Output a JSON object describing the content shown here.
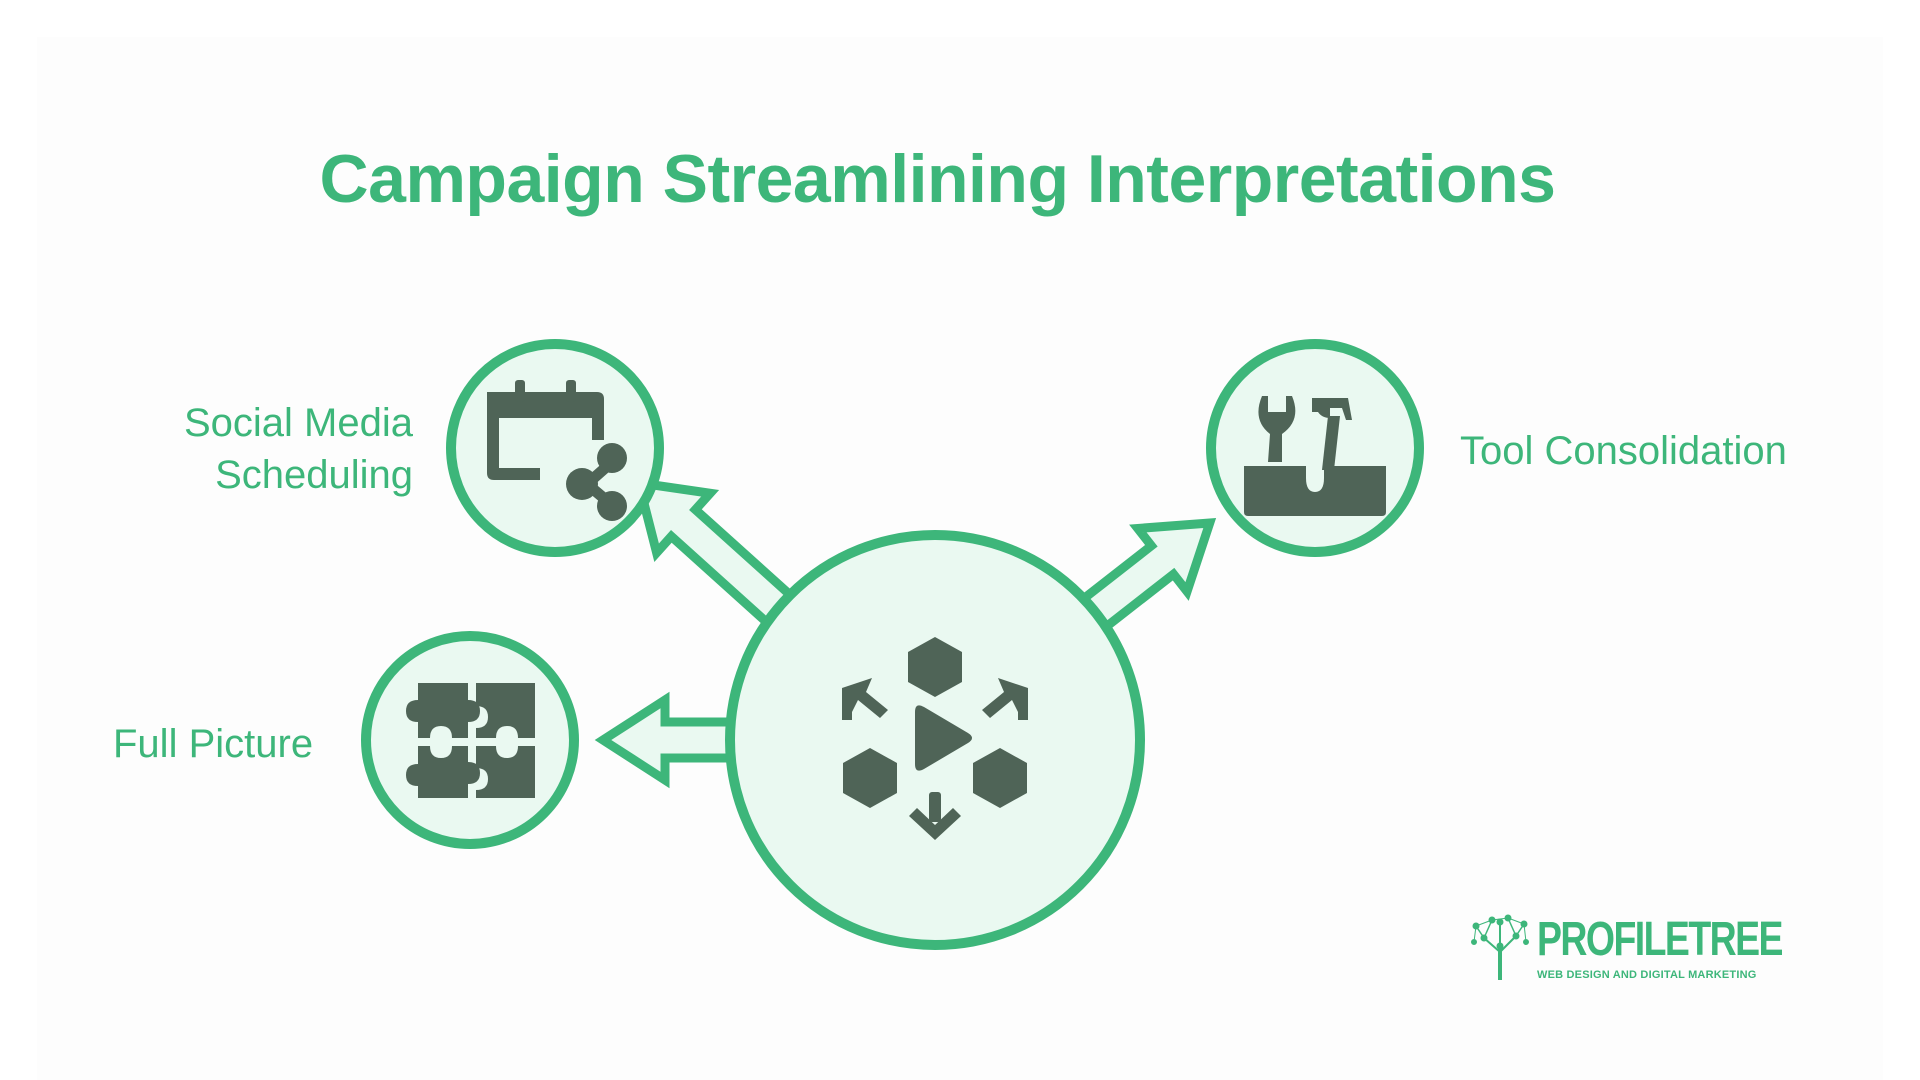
{
  "title": "Campaign Streamlining Interpretations",
  "nodes": {
    "social_media": {
      "line1": "Social Media",
      "line2": "Scheduling",
      "icon": "calendar-share-icon"
    },
    "full_picture": {
      "label": "Full Picture",
      "icon": "puzzle-icon"
    },
    "tool_consolidation": {
      "label": "Tool Consolidation",
      "icon": "toolbox-icon"
    },
    "center": {
      "icon": "hexagon-cycle-play-icon"
    }
  },
  "logo": {
    "name": "PROFILETREE",
    "tagline": "WEB DESIGN AND DIGITAL MARKETING",
    "icon": "tree-network-icon"
  },
  "colors": {
    "accent": "#3db67a",
    "circle_fill": "#eaf9f1",
    "icon_fill": "#4f6457",
    "background": "#ffffff"
  }
}
